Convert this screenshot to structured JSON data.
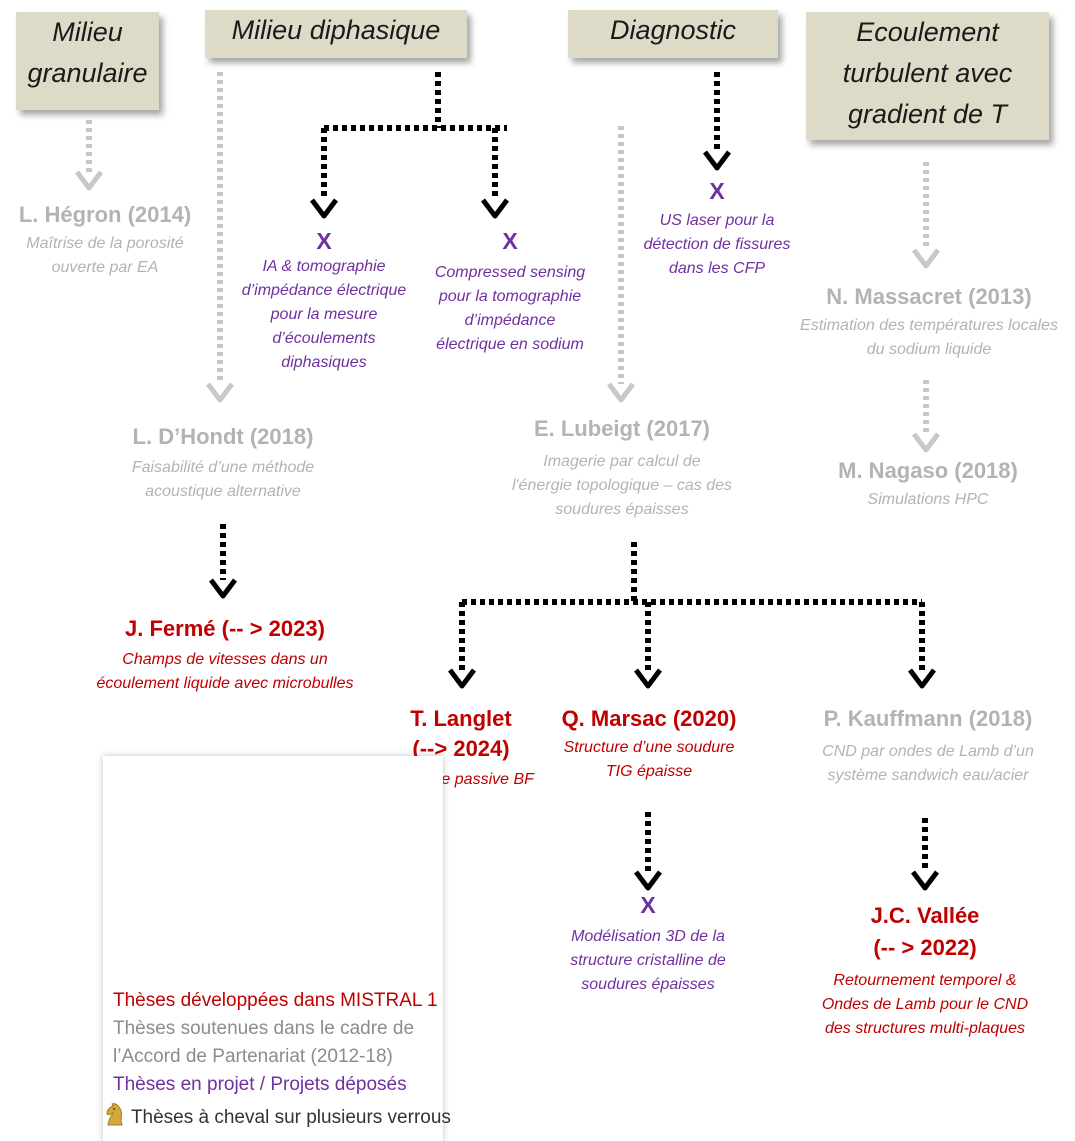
{
  "categories": {
    "granulaire": {
      "line1": "Milieu",
      "line2": "granulaire"
    },
    "diphasique": "Milieu diphasique",
    "diagnostic": "Diagnostic",
    "turbulent": {
      "line1": "Ecoulement",
      "line2": "turbulent avec",
      "line3": "gradient de T"
    }
  },
  "theses": {
    "hegron": {
      "name": "L. Hégron (2014)",
      "desc1": "Maîtrise de la porosité",
      "desc2": "ouverte par EA"
    },
    "ia_tomo": {
      "mark": "X",
      "desc1": "IA & tomographie",
      "desc2": "d’impédance électrique",
      "desc3": "pour la mesure",
      "desc4": "d’écoulements",
      "desc5": "diphasiques"
    },
    "compressed": {
      "mark": "X",
      "desc1": "Compressed sensing",
      "desc2": "pour la tomographie",
      "desc3": "d’impédance",
      "desc4": "électrique en sodium"
    },
    "us_laser": {
      "mark": "X",
      "desc1": "US laser pour la",
      "desc2": "détection de fissures",
      "desc3": "dans les CFP"
    },
    "massacret": {
      "name": "N. Massacret (2013)",
      "desc1": "Estimation des températures locales",
      "desc2": "du sodium liquide"
    },
    "dhondt": {
      "name": "L. D’Hondt (2018)",
      "desc1": "Faisabilité d’une méthode",
      "desc2": "acoustique alternative"
    },
    "lubeigt": {
      "name": "E. Lubeigt (2017)",
      "desc1": "Imagerie par calcul de",
      "desc2": "l'énergie topologique – cas des",
      "desc3": "soudures épaisses"
    },
    "nagaso": {
      "name": "M. Nagaso (2018)",
      "desc1": "Simulations HPC"
    },
    "ferme": {
      "name": "J. Fermé (-- > 2023)",
      "desc1": "Champs de vitesses dans un",
      "desc2": "écoulement liquide avec microbulles"
    },
    "langlet": {
      "name1": "T. Langlet",
      "name2": "(--> 2024)",
      "desc1": "Imagerie passive BF"
    },
    "marsac": {
      "name": "Q. Marsac (2020)",
      "desc1": "Structure d’une soudure",
      "desc2": "TIG épaisse"
    },
    "kauffmann": {
      "name": "P. Kauffmann (2018)",
      "desc1": "CND par ondes de Lamb d’un",
      "desc2": "système sandwich eau/acier"
    },
    "modelisation": {
      "mark": "X",
      "desc1": "Modélisation 3D de la",
      "desc2": "structure cristalline de",
      "desc3": "soudures épaisses"
    },
    "vallee": {
      "name1": "J.C. Vallée",
      "name2": "(-- > 2022)",
      "desc1": "Retournement temporel &",
      "desc2": "Ondes de Lamb pour le CND",
      "desc3": "des structures multi-plaques"
    }
  },
  "legend": {
    "line1": "Thèses développées dans MISTRAL 1",
    "line2": "Thèses soutenues dans le cadre de",
    "line3": "l’Accord de Partenariat (2012-18)",
    "line4": "Thèses en projet / Projets déposés",
    "line5": "Thèses à cheval sur plusieurs verrous"
  },
  "colors": {
    "box": "#dedac8",
    "completed": "#b3b3b3",
    "mistral": "#c00000",
    "project": "#7030a0",
    "arrow_active": "#000000",
    "arrow_done": "#c8c8c8"
  }
}
